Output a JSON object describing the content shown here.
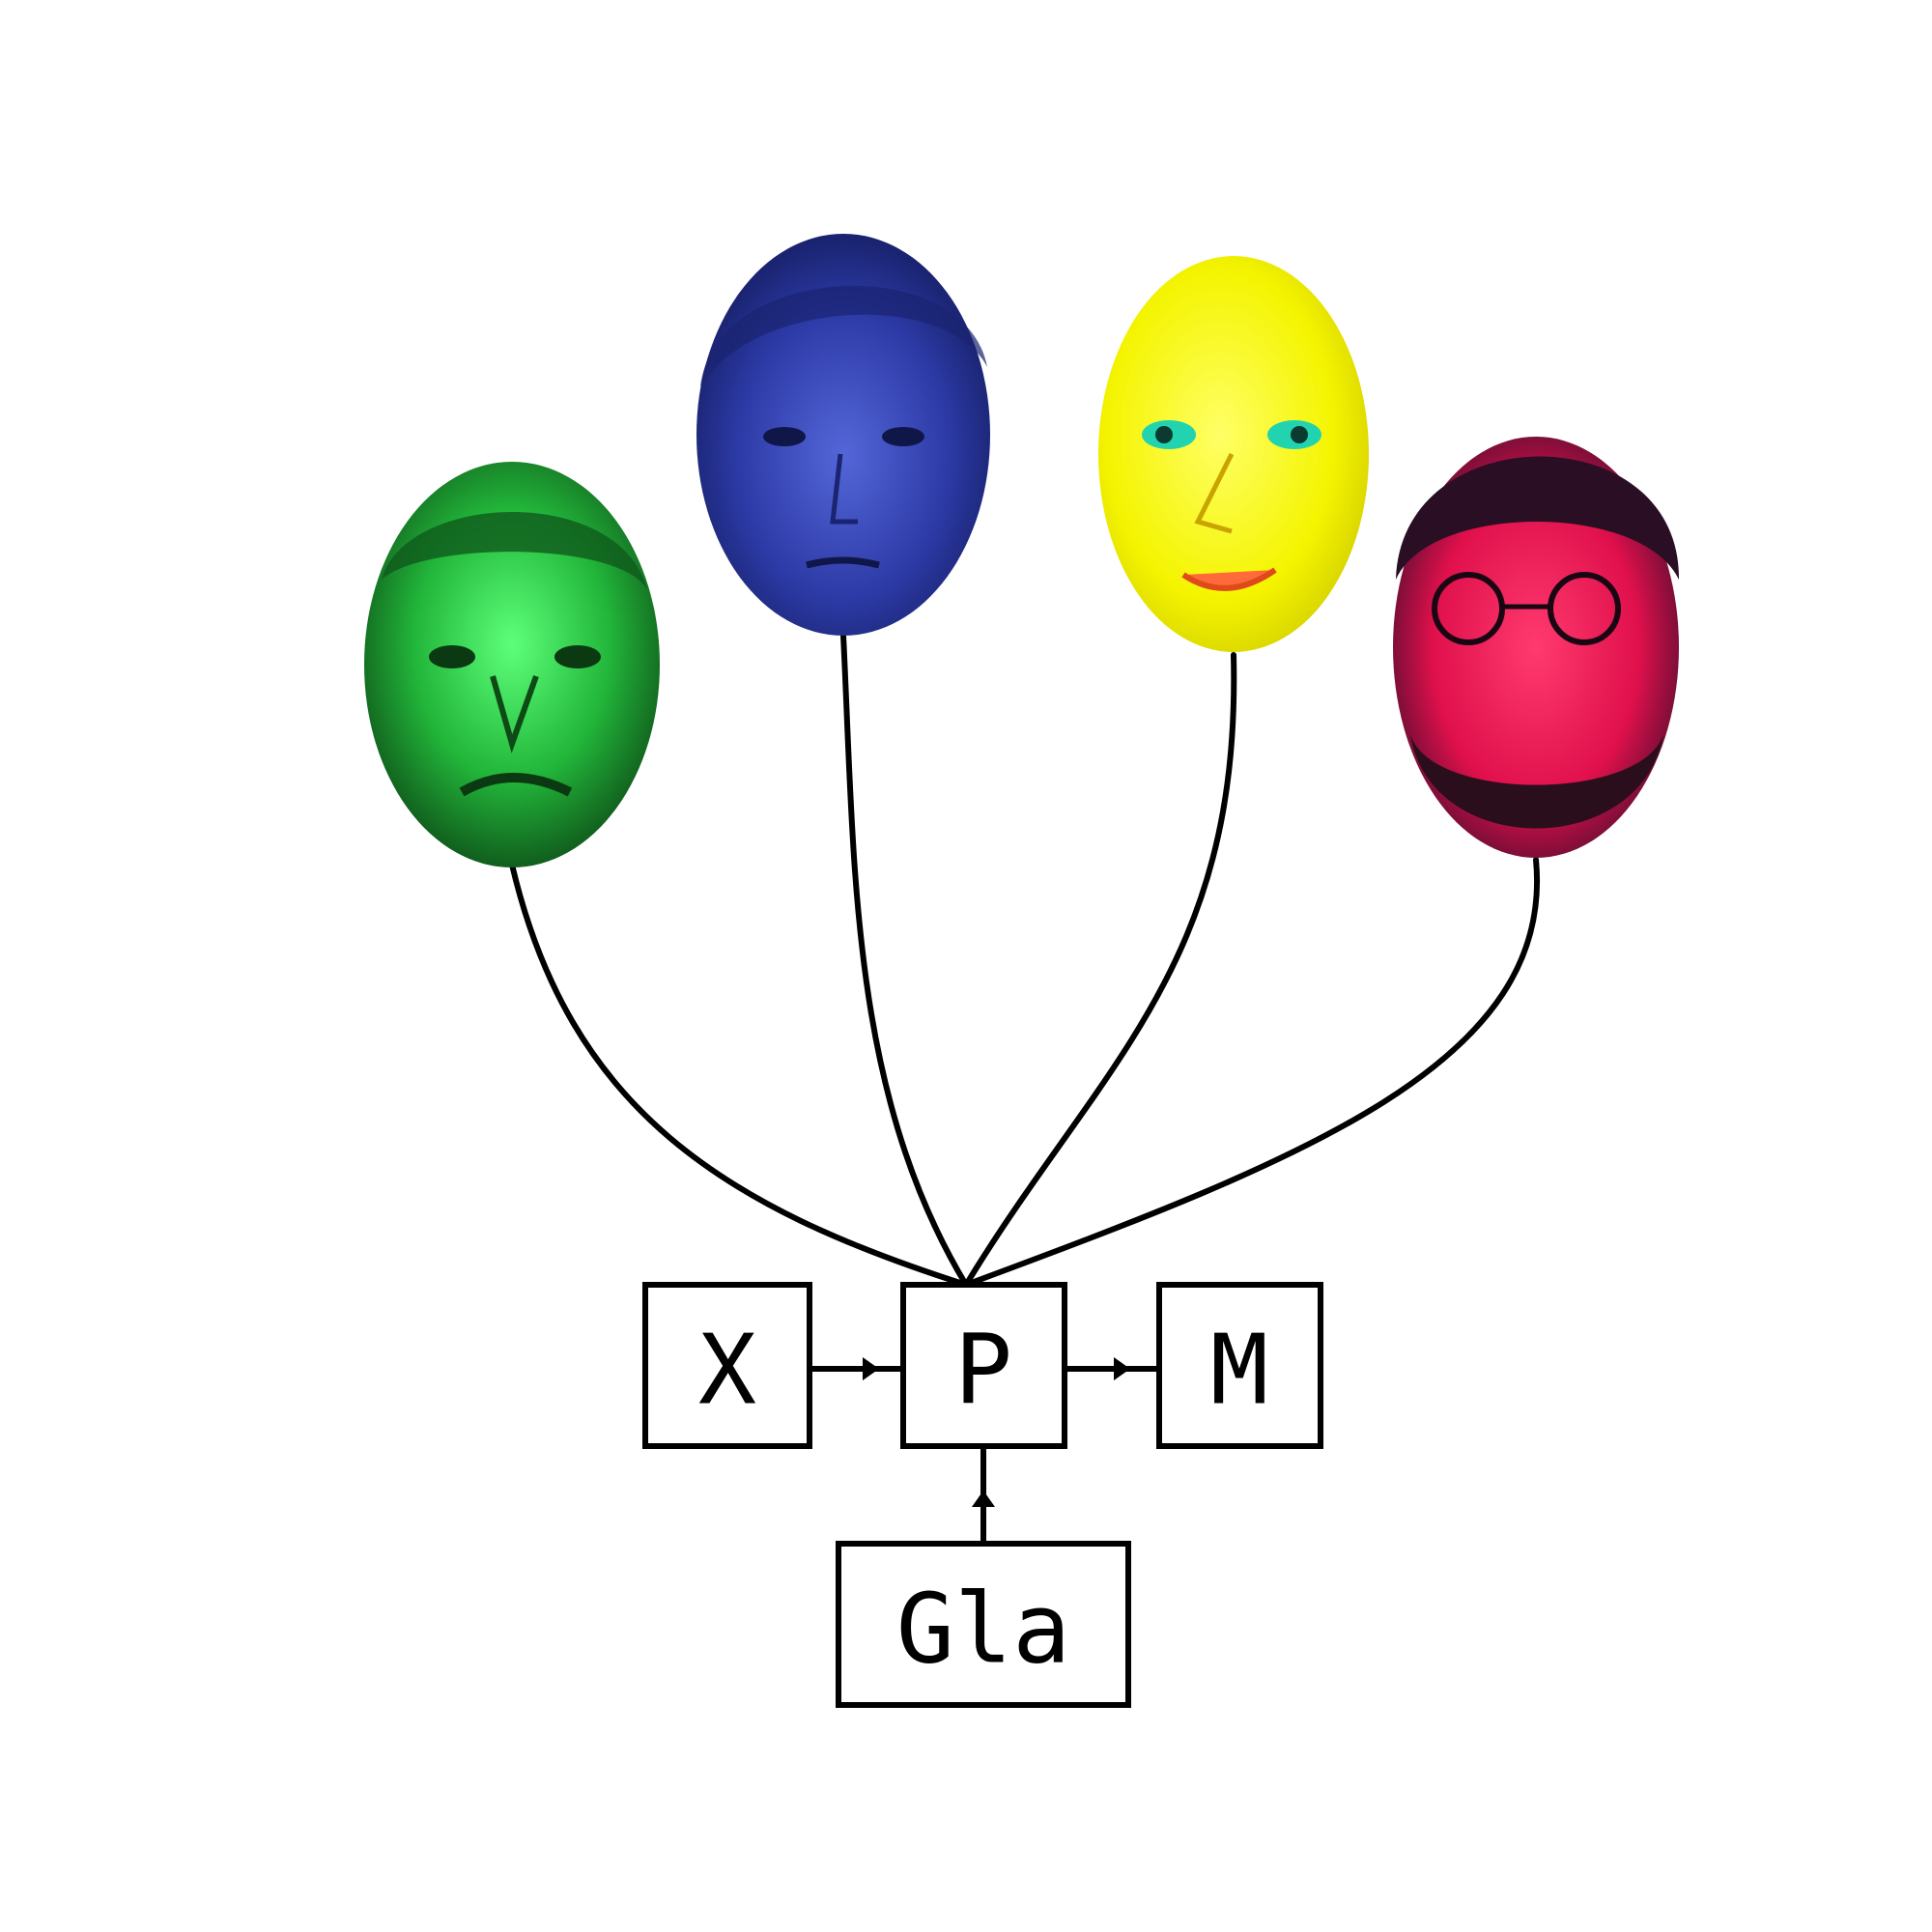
{
  "diagram": {
    "nodes": {
      "x": {
        "label": "X"
      },
      "p": {
        "label": "P"
      },
      "m": {
        "label": "M"
      },
      "gla": {
        "label": "Gla"
      }
    },
    "edges": [
      {
        "from": "x",
        "to": "p"
      },
      {
        "from": "p",
        "to": "m"
      },
      {
        "from": "gla",
        "to": "p"
      }
    ],
    "faces": [
      {
        "name": "face-green",
        "color": "#2ecc40"
      },
      {
        "name": "face-blue",
        "color": "#2d3fa8"
      },
      {
        "name": "face-yellow",
        "color": "#f5f500"
      },
      {
        "name": "face-red",
        "color": "#f0124e"
      }
    ]
  }
}
